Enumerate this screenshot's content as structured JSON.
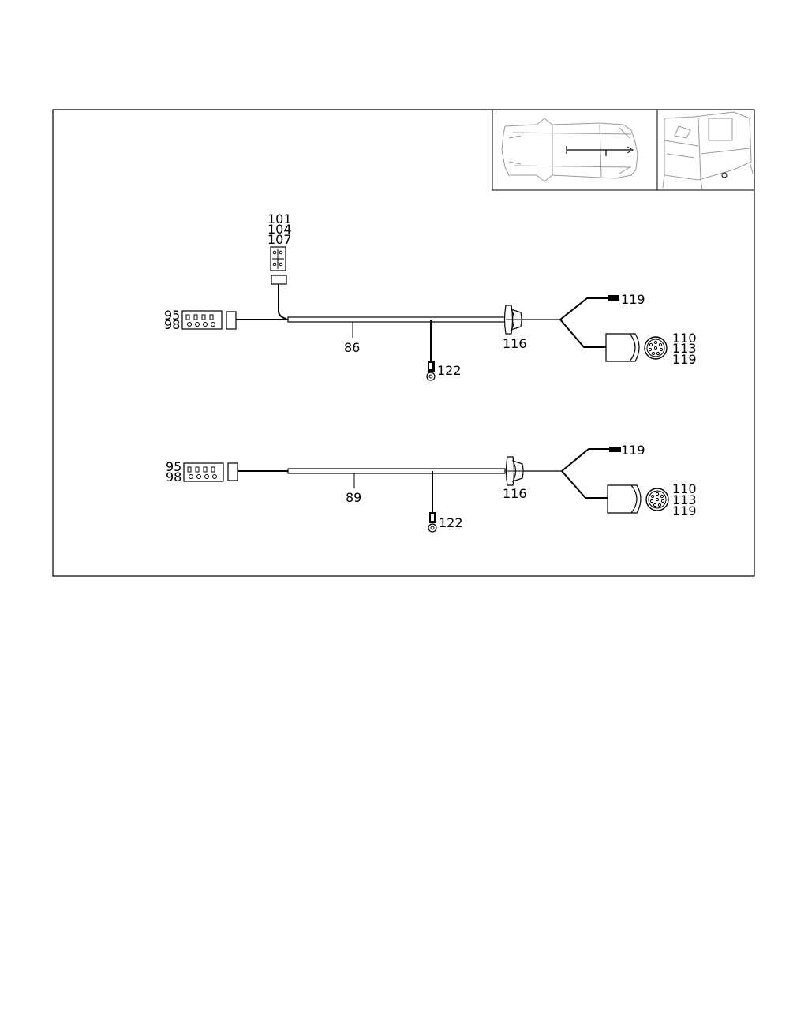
{
  "harness_a": {
    "connector_left_labels": [
      "95",
      "98"
    ],
    "branch_connector_labels": [
      "101",
      "104",
      "107"
    ],
    "harness_label": "86",
    "grommet_label": "116",
    "ground_label": "122",
    "wire_end_label": "119",
    "plug_labels": [
      "110",
      "113",
      "119"
    ]
  },
  "harness_b": {
    "connector_left_labels": [
      "95",
      "98"
    ],
    "harness_label": "89",
    "grommet_label": "116",
    "ground_label": "122",
    "wire_end_label": "119",
    "plug_labels": [
      "110",
      "113",
      "119"
    ]
  }
}
